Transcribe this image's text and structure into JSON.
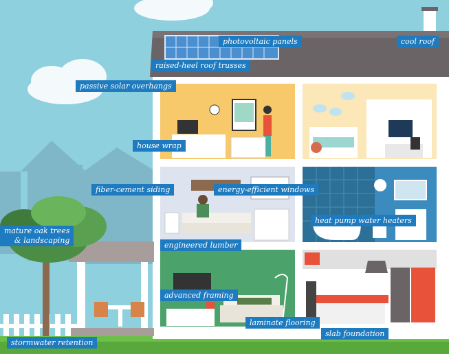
{
  "labels": {
    "photovoltaic": "photovoltaic panels",
    "cool_roof": "cool roof",
    "raised_heel": "raised-heel roof trusses",
    "passive_solar": "passive solar overhangs",
    "house_wrap": "house wrap",
    "fiber_cement": "fiber-cement siding",
    "energy_windows": "energy-efficient windows",
    "mature_oak_line1": "mature oak trees",
    "mature_oak_line2": "& landscaping",
    "heat_pump": "heat pump water heaters",
    "engineered_lumber": "engineered lumber",
    "advanced_framing": "advanced framing",
    "laminate": "laminate flooring",
    "slab": "slab foundation",
    "stormwater": "stormwater retention"
  },
  "colors": {
    "sky": "#8fd0df",
    "label_bg": "#1e7bc0",
    "roof": "#6b6466",
    "house_frame": "#ffffff",
    "grass": "#6cc04a"
  }
}
